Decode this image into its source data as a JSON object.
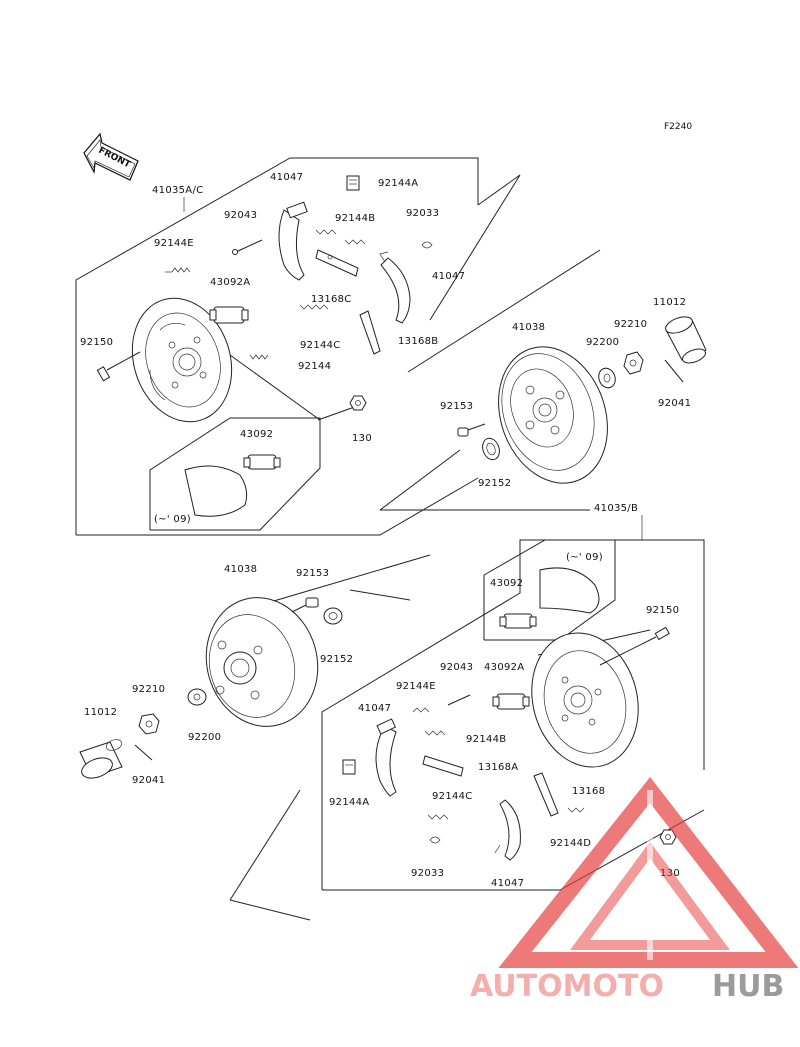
{
  "figure_code": "F2240",
  "front_label": "FRONT",
  "watermark": {
    "part1": "AUTOMOTO",
    "part2": "HUB",
    "color1": "#f2a0a0",
    "color2": "#8a8a8a",
    "triangle_color": "#e63b3b"
  },
  "labels": {
    "upper": {
      "assy": "41035A/C",
      "shoe_top": "41047",
      "clip_a": "92144A",
      "pin": "92043",
      "spring_b": "92144B",
      "clip_33": "92033",
      "spring_e": "92144E",
      "shoe_right": "41047",
      "cyl_a": "43092A",
      "lever_c": "13168C",
      "bolt": "92150",
      "spring_c": "92144C",
      "lever_b": "13168B",
      "spring": "92144",
      "nut_130": "130",
      "cyl_inset": "43092",
      "inset_note": "(~' 09)",
      "drum": "41038",
      "cap": "11012",
      "nut": "92210",
      "washer": "92200",
      "cotter": "92041",
      "stud": "92153",
      "seal": "92152"
    },
    "lower": {
      "assy": "41035/B",
      "inset_note": "(~' 09)",
      "cyl_inset": "43092",
      "bolt": "92150",
      "drum": "41038",
      "stud": "92153",
      "seal": "92152",
      "pin": "92043",
      "spring_e": "92144E",
      "cyl_a": "43092A",
      "nut": "92210",
      "shoe_left": "41047",
      "cap": "11012",
      "washer": "92200",
      "spring_b": "92144B",
      "lever_a": "13168A",
      "cotter": "92041",
      "clip_a": "92144A",
      "spring_c": "92144C",
      "lever": "13168",
      "spring_d": "92144D",
      "clip_33": "92033",
      "nut_130": "130",
      "shoe_bottom": "41047"
    }
  }
}
